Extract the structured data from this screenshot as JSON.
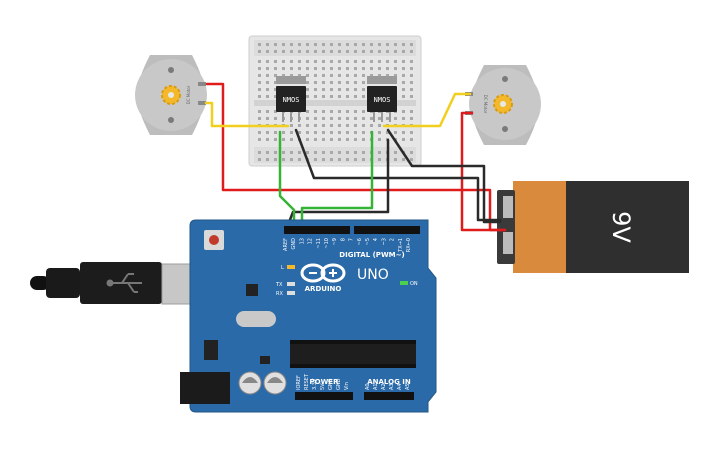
{
  "components": {
    "mosfet_left": {
      "label": "NMOS"
    },
    "mosfet_right": {
      "label": "NMOS"
    },
    "motor_left": {
      "label": "DC Motor"
    },
    "motor_right": {
      "label": "DC Motor"
    },
    "battery": {
      "label": "9V"
    },
    "arduino": {
      "model": "UNO",
      "brand": "ARDUINO",
      "header_digital": "DIGITAL (PWM~)",
      "header_power": "POWER",
      "header_analog": "ANALOG IN",
      "led_l": "L",
      "led_tx": "TX",
      "led_rx": "RX",
      "led_on": "ON",
      "digital_pins": [
        "AREF",
        "GND",
        "13",
        "12",
        "~11",
        "~10",
        "~9",
        "8",
        "7",
        "~6",
        "~5",
        "4",
        "~3",
        "2",
        "TX→1",
        "RX←0"
      ],
      "power_pins": [
        "IOREF",
        "RESET",
        "3.3V",
        "5V",
        "GND",
        "GND",
        "Vin"
      ],
      "analog_pins": [
        "A0",
        "A1",
        "A2",
        "A3",
        "A4",
        "A5"
      ]
    }
  },
  "colors": {
    "wire_red": "#e01b1b",
    "wire_black": "#2a2a2a",
    "wire_green": "#35b335",
    "wire_yellow": "#f2cf1d",
    "board": "#2b6aa8",
    "battery_body": "#333333",
    "battery_cap": "#d98a3c"
  }
}
